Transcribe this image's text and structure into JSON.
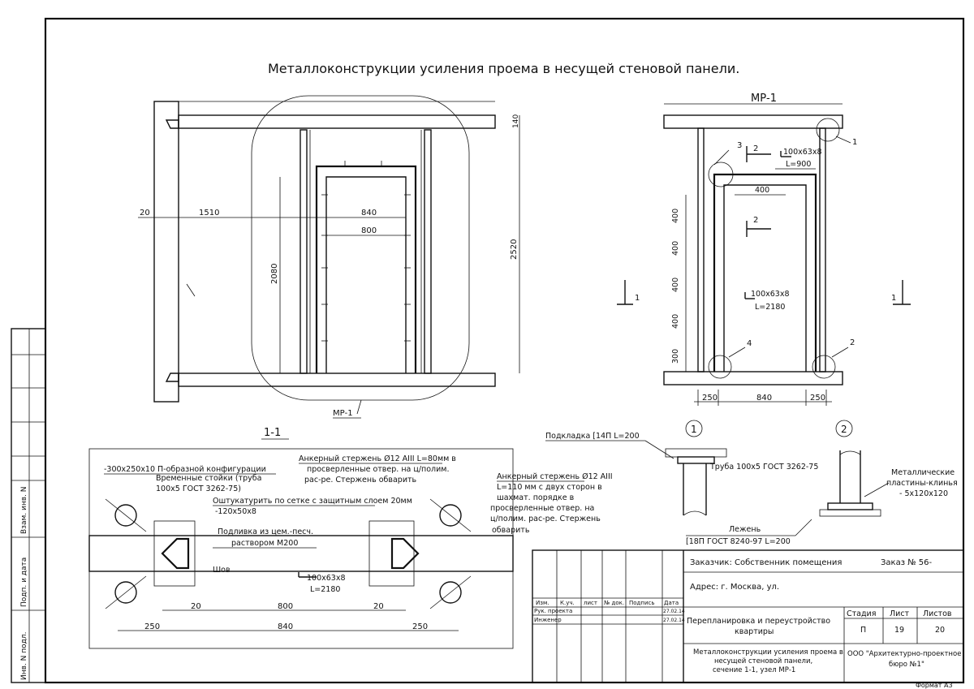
{
  "title": "Металлоконструкции усиления проема в несущей стеновой панели.",
  "plan_view": {
    "dims": {
      "left_offset": "20",
      "to_opening": "1510",
      "opening_outer": "840",
      "opening_inner": "800",
      "opening_height": "2080",
      "total_height": "2520",
      "slab": "140"
    },
    "callout": "МР-1"
  },
  "node_view": {
    "title": "МР-1",
    "markers": [
      "1",
      "2",
      "3",
      "4"
    ],
    "section_marks": [
      "1",
      "1",
      "2",
      "2"
    ],
    "angle_top": "100х63х8",
    "angle_top_len": "L=900",
    "angle_side": "100х63х8",
    "angle_side_len": "L=2180",
    "dim_400": "400",
    "vertical_dims": [
      "400",
      "400",
      "400",
      "400",
      "300"
    ],
    "bottom_dims": [
      "250",
      "840",
      "250"
    ]
  },
  "section": {
    "title": "1-1",
    "notes": [
      "-300х250х10 П-образной конфигурации",
      "Временные стойки (труба",
      "100х5 ГОСТ 3262-75)",
      "Анкерный стержень Ø12 AIII L=80мм в",
      "просверленные отвер. на ц/полим.",
      "рас-ре. Стержень обварить",
      "Оштукатурить по сетке с защитным слоем 20мм",
      "-120х50х8",
      "Подливка из цем.-песч.",
      "раствором М200",
      "Шов",
      "Анкерный стержень Ø12 AIII",
      "L=110 мм с двух сторон в",
      "шахмат. порядке в",
      "просверленные отвер. на",
      "ц/полим. рас-ре. Стержень",
      "обварить"
    ],
    "angle": "100х63х8",
    "angle_len": "L=2180",
    "dims": [
      "20",
      "800",
      "20",
      "250",
      "840",
      "250"
    ]
  },
  "details": {
    "d1_label": "1",
    "d2_label": "2",
    "pad": "Подкладка [14П L=200",
    "pipe": "Труба 100х5 ГОСТ 3262-75",
    "plates_1": "Металлические",
    "plates_2": "пластины-клинья",
    "plates_3": "- 5х120х120",
    "sill_1": "Лежень",
    "sill_2": "[18П ГОСТ 8240-97 L=200"
  },
  "stamp": {
    "customer": "Заказчик: Собственник помещения",
    "order": "Заказ № 56-",
    "address": "Адрес: г. Москва, ул.",
    "cols": [
      "Изм.",
      "К.уч.",
      "лист",
      "№ док.",
      "Подпись",
      "Дата"
    ],
    "row1_role": "Рук. проекта",
    "row1_date": "27.02.14",
    "row2_role": "Инженер",
    "row2_date": "27.02.14",
    "project_1": "Перепланировка и переустройство",
    "project_2": "квартиры",
    "stage_h": "Стадия",
    "sheet_h": "Лист",
    "sheets_h": "Листов",
    "stage": "П",
    "sheet": "19",
    "sheets": "20",
    "desc_1": "Металлоконструкции усиления проема в",
    "desc_2": "несущей стеновой панели,",
    "desc_3": "сечение 1-1, узел МР-1",
    "org_1": "ООО \"Архитектурно-проектное",
    "org_2": "бюро №1\"",
    "format": "Формат А3"
  },
  "side_stamp": [
    "Инв. N подл.",
    "Подп. и дата",
    "Взам. инв. N"
  ]
}
